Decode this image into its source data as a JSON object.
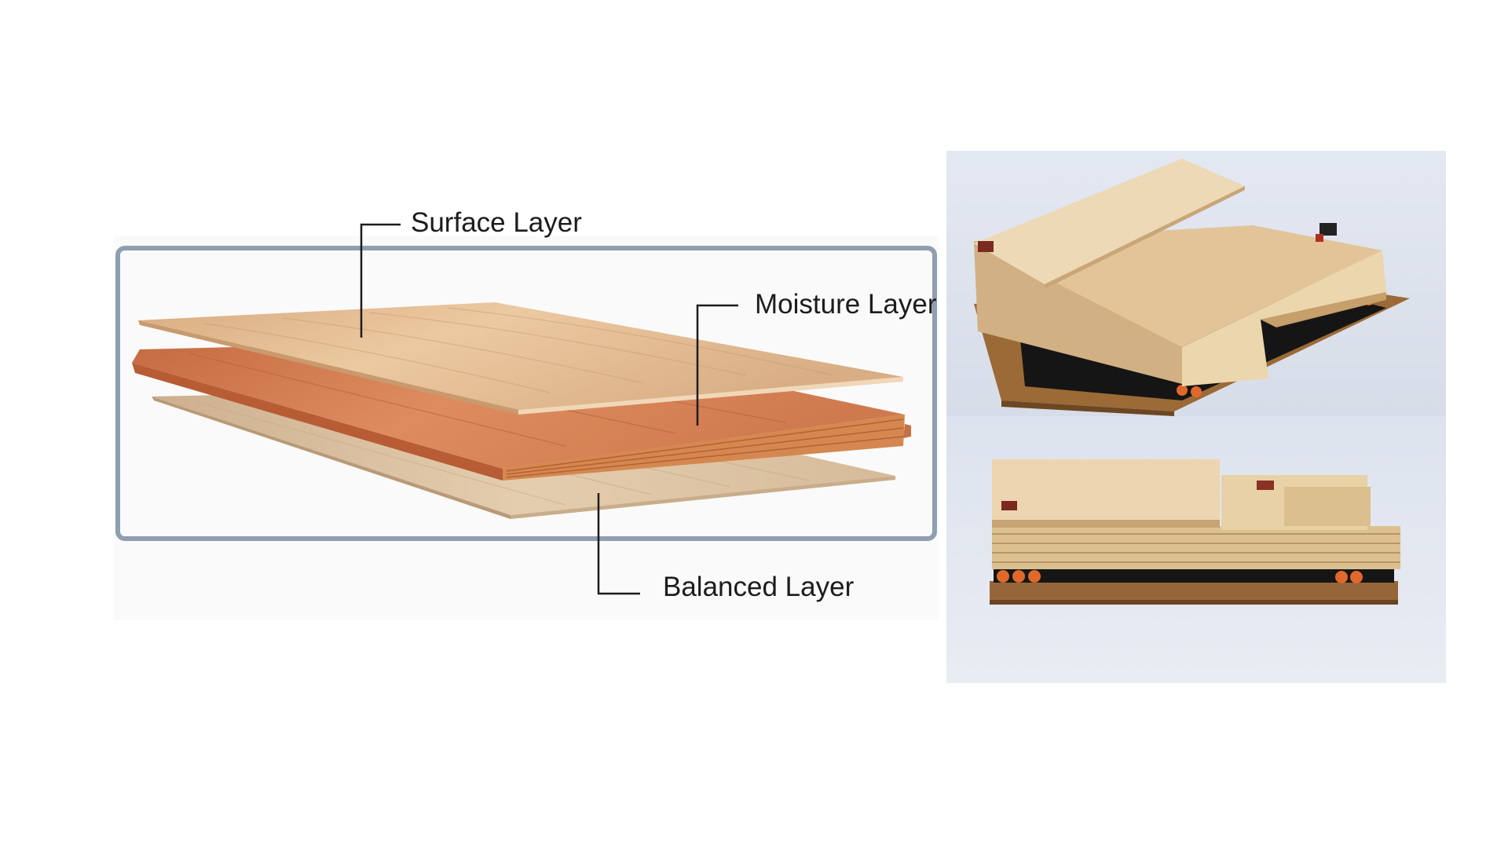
{
  "labels": {
    "surface": "Surface Layer",
    "moisture": "Moisture Layer",
    "balanced": "Balanced Layer"
  },
  "colors": {
    "frame": "#8f9eb0",
    "surface_wood": "#e2b78d",
    "moisture_wood": "#d9875a",
    "balanced_wood": "#dcc3a4",
    "plywood": "#e7cfa6",
    "rubber_pads": "#e0682c",
    "base_board": "#8a5a2b"
  },
  "icons": {
    "surface_leader": "leader-line-icon",
    "moisture_leader": "leader-line-icon",
    "balanced_leader": "leader-line-icon"
  }
}
